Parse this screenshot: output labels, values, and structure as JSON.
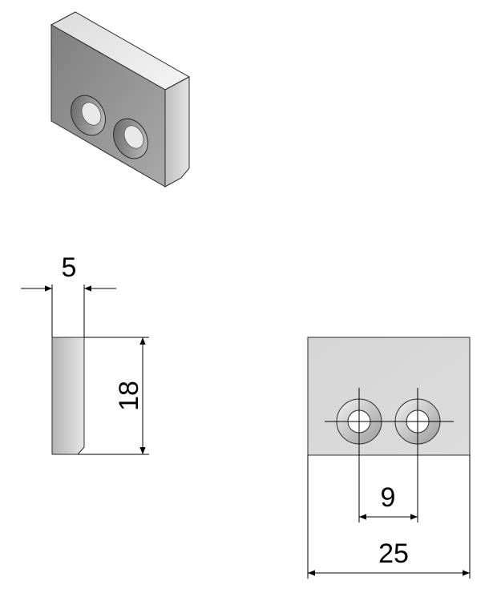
{
  "colors": {
    "background": "#ffffff",
    "line": "#000000",
    "face_light": "#e6e6e6",
    "face_mid": "#c9c9c9",
    "face_dark": "#8d8d8d"
  },
  "dimensions": {
    "side_thickness": "5",
    "side_height": "18",
    "hole_spacing": "9",
    "front_width": "25"
  }
}
